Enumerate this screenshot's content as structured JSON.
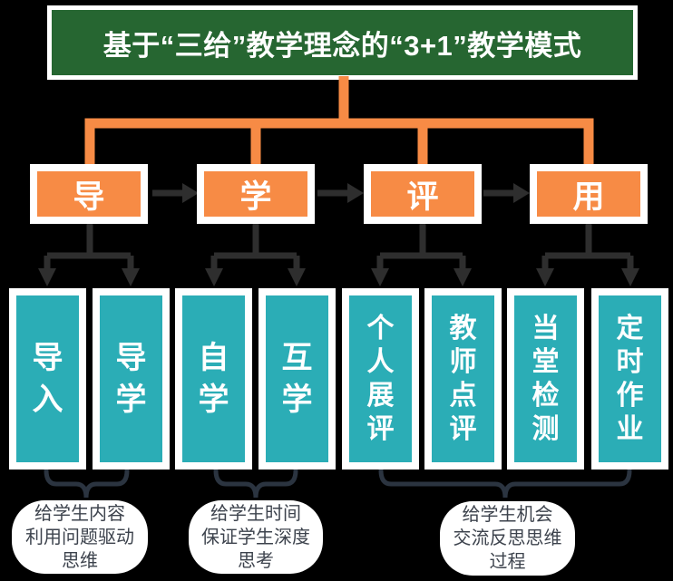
{
  "title": "基于“三给”教学理念的“3+1”教学模式",
  "colors": {
    "bg": "#000000",
    "banner_green": "#266631",
    "orange": "#f78b45",
    "teal": "#2badb6",
    "arrow_dark": "#2e2e2e",
    "brace": "#2b3440",
    "pill_text": "#3d434d",
    "box_text": "#ffffff"
  },
  "stages": [
    {
      "label": "导"
    },
    {
      "label": "学"
    },
    {
      "label": "评"
    },
    {
      "label": "用"
    }
  ],
  "columns": [
    {
      "label": "导入",
      "parent": "导"
    },
    {
      "label": "导学",
      "parent": "导"
    },
    {
      "label": "自学",
      "parent": "学"
    },
    {
      "label": "互学",
      "parent": "学"
    },
    {
      "label": "个人展评",
      "parent": "评"
    },
    {
      "label": "教师点评",
      "parent": "评"
    },
    {
      "label": "当堂检测",
      "parent": "用"
    },
    {
      "label": "定时作业",
      "parent": "用"
    }
  ],
  "notes": [
    {
      "lines": [
        "给学生内容",
        "利用问题驱动",
        "思维"
      ]
    },
    {
      "lines": [
        "给学生时间",
        "保证学生深度",
        "思考"
      ]
    },
    {
      "lines": [
        "给学生机会",
        "交流反思思维",
        "过程"
      ]
    }
  ]
}
